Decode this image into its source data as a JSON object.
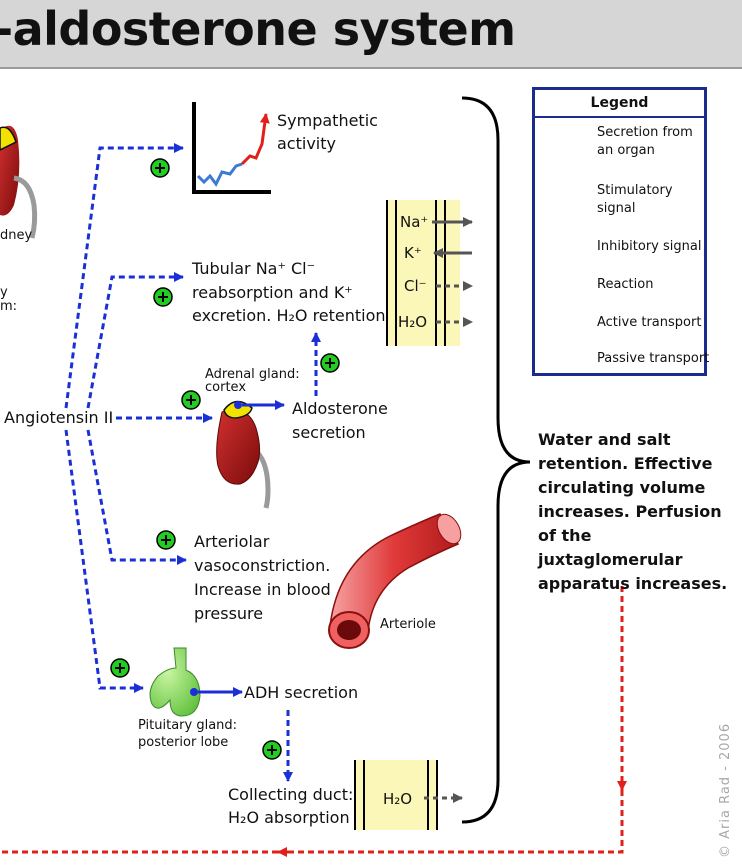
{
  "title": "-aldosterone system",
  "labels": {
    "kidney_fragment": "dney",
    "left_fragment_1": "y",
    "left_fragment_2": "m:",
    "angiotensin": "Angiotensin II",
    "sympathetic": [
      "Sympathetic",
      "activity"
    ],
    "tubular_line1": "Tubular Na⁺ Cl⁻",
    "tubular_line2": "reabsorption and K⁺",
    "tubular_line3": "excretion. H₂O retention",
    "adrenal": [
      "Adrenal gland:",
      "cortex"
    ],
    "aldosterone": [
      "Aldosterone",
      "secretion"
    ],
    "arteriolar": [
      "Arteriolar",
      "vasoconstriction.",
      "Increase in blood",
      "pressure"
    ],
    "arteriole": "Arteriole",
    "adh": "ADH secretion",
    "pituitary": [
      "Pituitary gland:",
      "posterior lobe"
    ],
    "collecting": [
      "Collecting duct:",
      "H₂O absorption"
    ],
    "water_salt": "Water and salt retention. Effective circulating volume increases. Perfusion of the juxtaglomerular apparatus increases."
  },
  "ions": {
    "na": "Na⁺",
    "k": "K⁺",
    "cl": "Cl⁻",
    "h2o": "H₂O",
    "h2o_duct": "H₂O"
  },
  "legend": {
    "title": "Legend",
    "items": [
      "Secretion from an organ",
      "Stimulatory signal",
      "Inhibitory signal",
      "Reaction",
      "Active transport",
      "Passive transport"
    ]
  },
  "copyright": "© Aria Rad - 2006",
  "colors": {
    "stimulatory": "#1a2fd6",
    "inhibitory": "#e0201b",
    "plus_fill": "#22cc22",
    "minus_fill": "#dd1111",
    "membrane": "#fbf7b8",
    "organ_red": "#b01a1a",
    "adrenal_yellow": "#f2e200",
    "pituitary_green": "#7ed957",
    "arteriole_red": "#e84a4a"
  }
}
